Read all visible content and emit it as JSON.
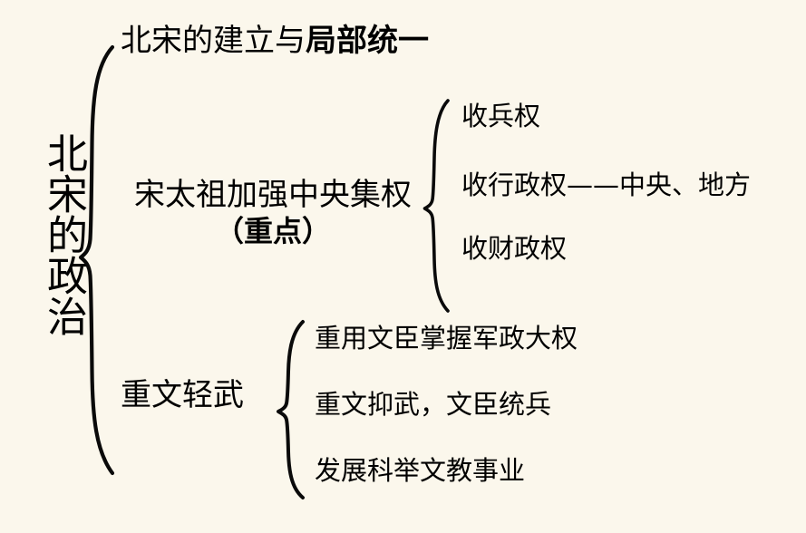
{
  "diagram": {
    "title": "北宋的政治",
    "type": "bracket-outline-mindmap",
    "background_color": "#fbf7ec",
    "text_color": "#000000",
    "brace_color": "#0a0a0a"
  },
  "root": {
    "label": "北宋的政治",
    "orientation": "vertical"
  },
  "branches": [
    {
      "id": "founding",
      "label_plain": "北宋的建立与局部统一",
      "label_part_serif": "北宋的建立与",
      "label_part_bold": "局部统一",
      "children": []
    },
    {
      "id": "centralization",
      "label_plain": "宋太祖加强中央集权（重点）",
      "label_main": "宋太祖加强中央集权",
      "label_note": "（重点）",
      "children": [
        {
          "id": "military",
          "label": "收兵权"
        },
        {
          "id": "admin",
          "label": "收行政权——中央、地方"
        },
        {
          "id": "finance",
          "label": "收财政权"
        }
      ]
    },
    {
      "id": "literati",
      "label_plain": "重文轻武",
      "label_main": "重文轻武",
      "children": [
        {
          "id": "civil-power",
          "label": "重用文臣掌握军政大权"
        },
        {
          "id": "civil-army",
          "label": "重文抑武，文臣统兵"
        },
        {
          "id": "exam",
          "label": "发展科举文教事业"
        }
      ]
    }
  ],
  "braces": {
    "root_brace_name": "root-brace",
    "centralization_brace_name": "centralization-brace",
    "literati_brace_name": "literati-brace"
  }
}
